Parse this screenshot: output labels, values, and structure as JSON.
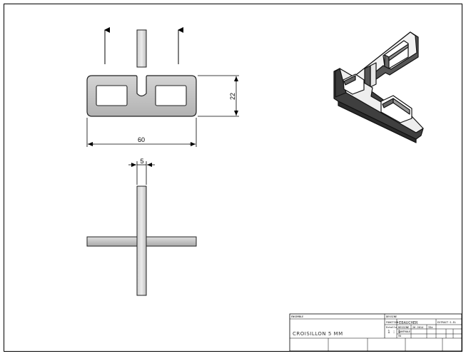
{
  "dimensions": {
    "height": "22",
    "width": "60",
    "thickness": "5"
  },
  "title_block": {
    "ensemble_label": "ENSEMBLE",
    "dessine_label": "DESSINE",
    "fonction_label": "FONCTION",
    "fonction_value": "EBAUCHER",
    "echelle_label": "Echelle",
    "echelle_value": "1 : 1",
    "designe_label": "DESSINE",
    "date_value": "26.2014",
    "col_label": "33e",
    "extrait_label": "EXTRAIT S.EL",
    "controle_label": "CONTROLE",
    "vu_label": "VU",
    "part_name": "CROISILLON 5 MM"
  }
}
